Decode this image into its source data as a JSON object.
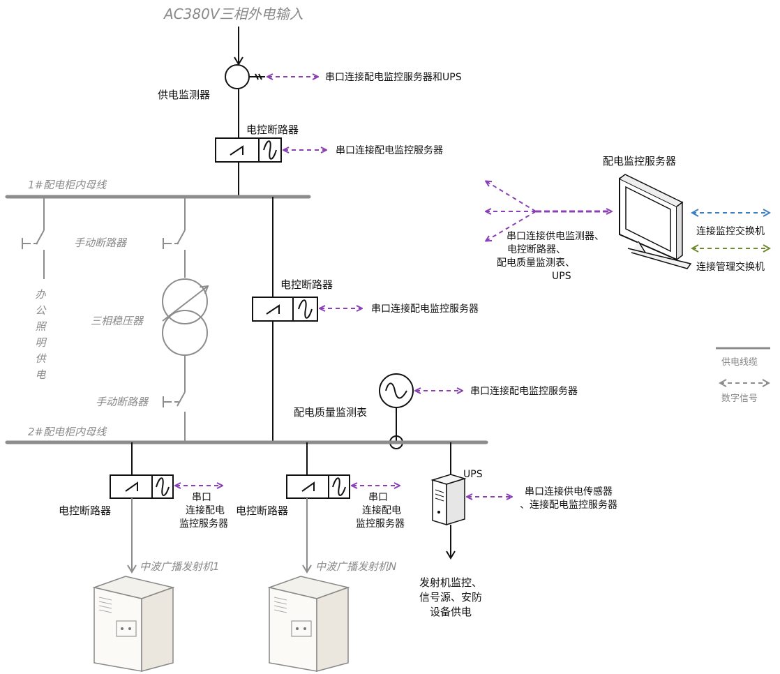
{
  "title": "AC380V三相外电输入",
  "bus1": "1#配电柜内母线",
  "bus2": "2#配电柜内母线",
  "power_monitor": {
    "label": "供电监测器",
    "signal": "串口连接配电监控服务器和UPS"
  },
  "breaker_top": {
    "label": "电控断路器",
    "signal": "串口连接配电监控服务器"
  },
  "breaker_mid": {
    "label": "电控断路器",
    "signal": "串口连接配电监控服务器"
  },
  "office_supply": [
    "办",
    "公",
    "照",
    "明",
    "供",
    "电"
  ],
  "manual_breaker_1": "手动断路器",
  "manual_breaker_2": "手动断路器",
  "regulator": "三相稳压器",
  "quality_meter": {
    "label": "配电质量监测表",
    "signal": "串口连接配电监控服务器"
  },
  "breaker_bl": {
    "label": "电控断路器",
    "signal": [
      "串口",
      "连接配电",
      "监控服务器"
    ]
  },
  "breaker_br": {
    "label": "电控断路器",
    "signal": [
      "串口",
      "连接配电",
      "监控服务器"
    ]
  },
  "ups": {
    "label": "UPS",
    "signal": [
      "串口连接供电传感器",
      "、连接配电监控服务器"
    ]
  },
  "ups_load": [
    "发射机监控、",
    "信号源、安防",
    "设备供电"
  ],
  "transmitter_1": "中波广播发射机1",
  "transmitter_n": "中波广播发射机N",
  "server": {
    "label": "配电监控服务器",
    "serial_links": [
      "串口连接供电监测器、",
      "电控断路器、",
      "配电质量监测表、",
      "UPS"
    ],
    "link_monitor_switch": "连接监控交换机",
    "link_mgmt_switch": "连接管理交换机"
  },
  "legend": {
    "power_cable": "供电线缆",
    "digital_signal": "数字信号"
  },
  "colors": {
    "signal": "#8a3fb5",
    "monitor_link": "#3a7fc4",
    "mgmt_link": "#6f8a2e",
    "cable": "#8c8c8c"
  }
}
